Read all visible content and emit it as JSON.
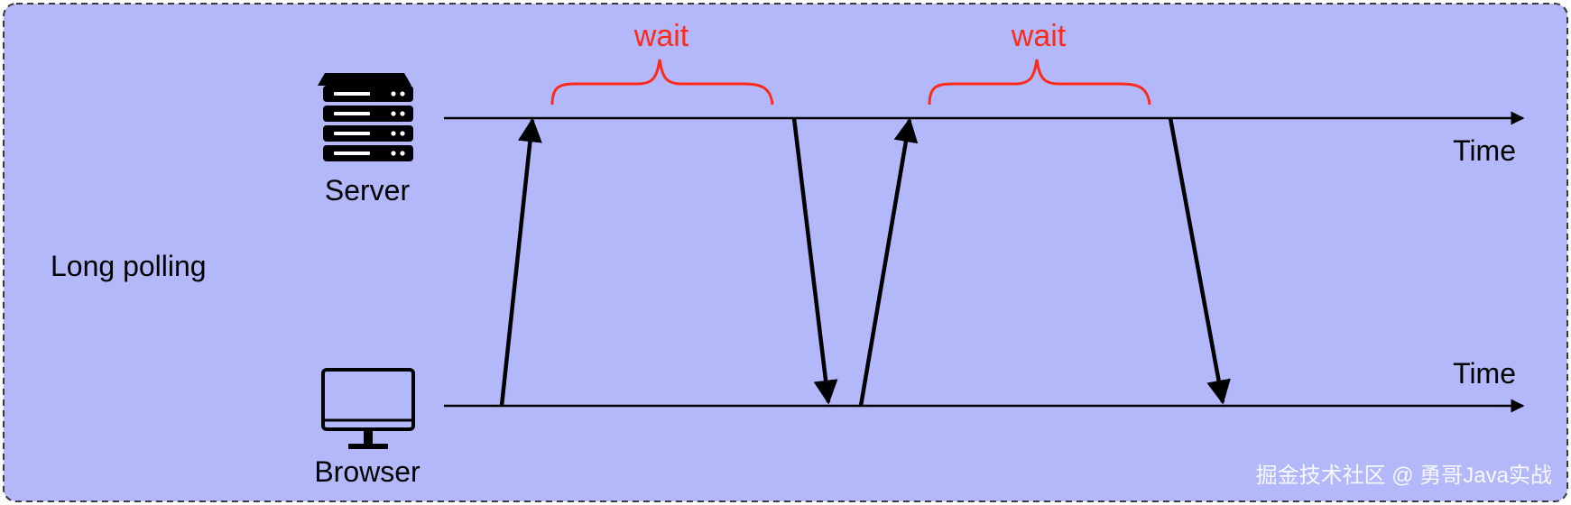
{
  "diagram": {
    "title": "Long polling",
    "server_label": "Server",
    "browser_label": "Browser",
    "server_time_label": "Time",
    "browser_time_label": "Time",
    "wait_labels": [
      "wait",
      "wait"
    ],
    "watermark": "掘金技术社区 @ 勇哥Java实战"
  },
  "colors": {
    "background": "#b3b8fb",
    "border": "#3a3a3a",
    "line": "#000000",
    "wait": "#ff2a1a",
    "text": "#000000",
    "watermark": "#ffffff"
  },
  "icons": {
    "server": "server-rack-icon",
    "browser": "monitor-icon"
  }
}
